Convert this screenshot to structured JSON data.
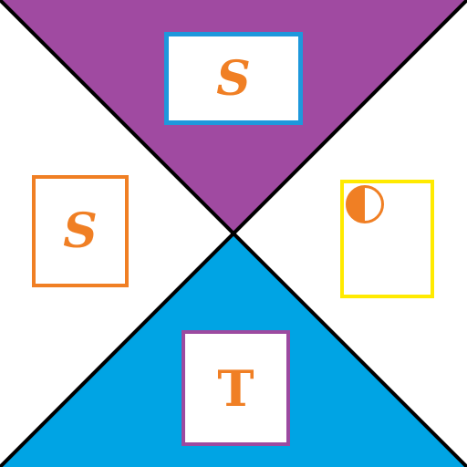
{
  "colors": {
    "top_triangle": "#a04aa1",
    "bottom_triangle": "#00a4e4",
    "background": "#ffffff",
    "diagonal_lines": "#000000",
    "letters": "#f07f24",
    "top_card_border": "#1e98dc",
    "left_card_border": "#f07f24",
    "right_card_border": "#ffea00",
    "bottom_card_border": "#9c4aa0"
  },
  "cards": {
    "top": {
      "letter": "S"
    },
    "left": {
      "letter": "S"
    },
    "right": {
      "icon": "half-filled-circle-icon"
    },
    "bottom": {
      "letter": "T"
    }
  }
}
